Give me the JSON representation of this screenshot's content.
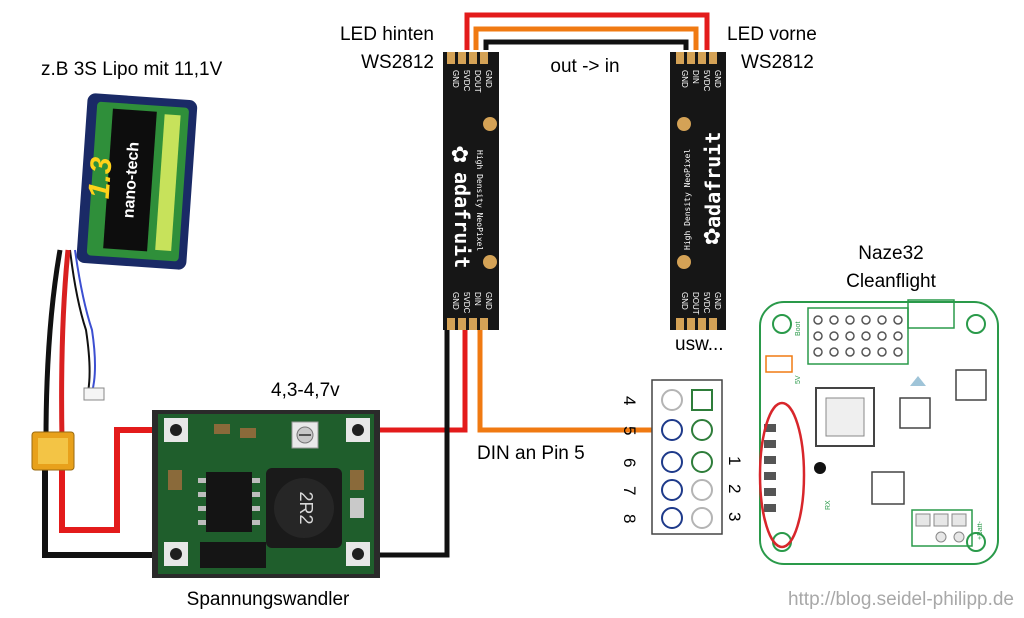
{
  "labels": {
    "battery": "z.B 3S Lipo mit 11,1V",
    "led_rear_line1": "LED hinten",
    "led_rear_line2": "WS2812",
    "led_front_line1": "LED vorne",
    "led_front_line2": "WS2812",
    "out_in": "out -> in",
    "usw": "usw...",
    "voltage": "4,3-4,7v",
    "converter": "Spannungswandler",
    "din_pin": "DIN an Pin 5",
    "fc_line1": "Naze32",
    "fc_line2": "Cleanflight",
    "watermark": "http://blog.seidel-philipp.de"
  },
  "battery_print": {
    "brand": "nano-tech",
    "capacity": "1.3"
  },
  "led_strip": {
    "brand": "adafruit",
    "product": "High Density NeoPixel",
    "top_pins_rear": [
      "GND",
      "5VDC",
      "DOUT",
      "GND"
    ],
    "top_pins_front": [
      "GND",
      "DIN",
      "5VDC",
      "GND"
    ],
    "bottom_pins_rear": [
      "GND",
      "5VDC",
      "DIN",
      "GND"
    ],
    "bottom_pins_front": [
      "GND",
      "DOUT",
      "5VDC",
      "GND"
    ]
  },
  "converter_print": {
    "inductor": "2R2"
  },
  "connector": {
    "pin_numbers_left": [
      "4",
      "5",
      "6",
      "7",
      "8"
    ],
    "pin_numbers_right": [
      "1",
      "2",
      "3"
    ]
  },
  "flight_controller": {
    "silk_5v": "5V",
    "silk_boot": "Boot",
    "silk_rx": "RX",
    "silk_plus_batt": "+Batt-"
  },
  "colors": {
    "wire_red": "#e31b1b",
    "wire_orange": "#f07a12",
    "wire_black": "#111111",
    "highlight": "#d8262b",
    "pcb_green": "#1f5e2c",
    "strip_black": "#161616",
    "pin_blue": "#1e3a8a",
    "pin_green": "#2e7d3a",
    "pin_grey": "#b4b4b4"
  }
}
